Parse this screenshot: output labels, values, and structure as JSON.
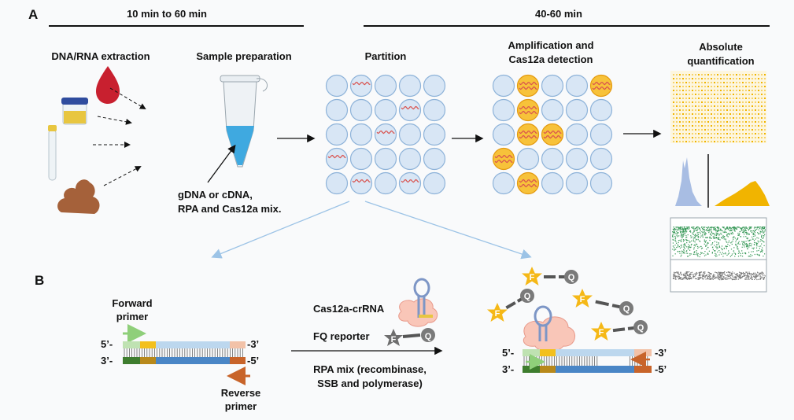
{
  "panels": {
    "a": "A",
    "b": "B"
  },
  "timeline": {
    "left": "10 min to 60 min",
    "right": "40-60 min"
  },
  "steps": {
    "extraction": "DNA/RNA extraction",
    "preparation": "Sample preparation",
    "partition": "Partition",
    "amplification_line1": "Amplification and",
    "amplification_line2": "Cas12a detection",
    "quant_line1": "Absolute",
    "quant_line2": "quantification"
  },
  "mix_label": {
    "line1": "gDNA or cDNA,",
    "line2": "RPA and Cas12a mix."
  },
  "panel_b": {
    "forward_line1": "Forward",
    "forward_line2": "primer",
    "reverse_line1": "Reverse",
    "reverse_line2": "primer",
    "end_5": "5’-",
    "end_3": "-3’",
    "end_3b": "3’-",
    "end_5b": "-5’",
    "cas_label": "Cas12a-crRNA",
    "fq_label": "FQ reporter",
    "rpa_line1": "RPA mix (recombinase,",
    "rpa_line2": "SSB and polymerase)",
    "fluor_letter": "F",
    "quench_letter": "Q"
  },
  "colors": {
    "droplet_fill": "#d8e6f5",
    "droplet_stroke": "#8eb3d9",
    "positive_fill": "#f7c23a",
    "positive_stroke": "#e49a10",
    "template_wave": "#d9534f",
    "arrow_blue": "#9cc3e6",
    "dna_top": "#bcd7ee",
    "dna_bottom": "#4a86c6",
    "fwd_primer": "#8fcf7a",
    "rev_primer": "#c8642a",
    "star": "#f5b817"
  },
  "grids": {
    "partition_positive": [
      [
        0,
        1
      ],
      [
        1,
        3
      ],
      [
        2,
        2
      ],
      [
        3,
        0
      ],
      [
        4,
        1
      ],
      [
        4,
        3
      ]
    ],
    "detection_positive": [
      [
        0,
        1
      ],
      [
        0,
        4
      ],
      [
        1,
        1
      ],
      [
        2,
        2
      ],
      [
        2,
        1
      ],
      [
        3,
        0
      ],
      [
        4,
        1
      ]
    ]
  }
}
